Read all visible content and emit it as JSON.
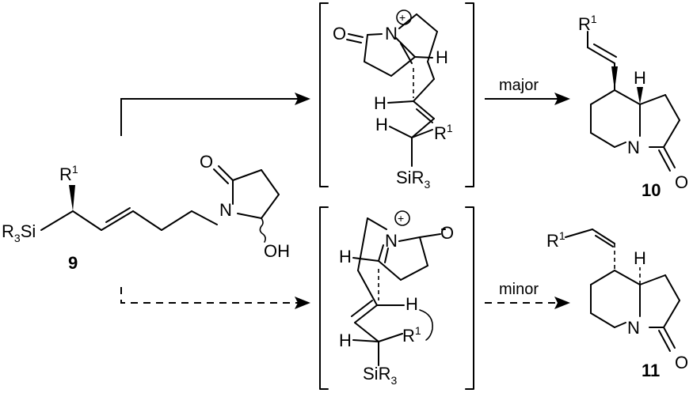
{
  "compound_labels": {
    "start": "9",
    "major_product": "10",
    "minor_product": "11"
  },
  "arrow_labels": {
    "major": "major",
    "minor": "minor"
  },
  "atoms": {
    "oxygen": "O",
    "nitrogen": "N",
    "hydrogen": "H",
    "hydroxyl": "OH",
    "silyl": "Si",
    "r_group": "R",
    "r_superscript": "1",
    "r3_subscript": "3",
    "charge": "+"
  }
}
